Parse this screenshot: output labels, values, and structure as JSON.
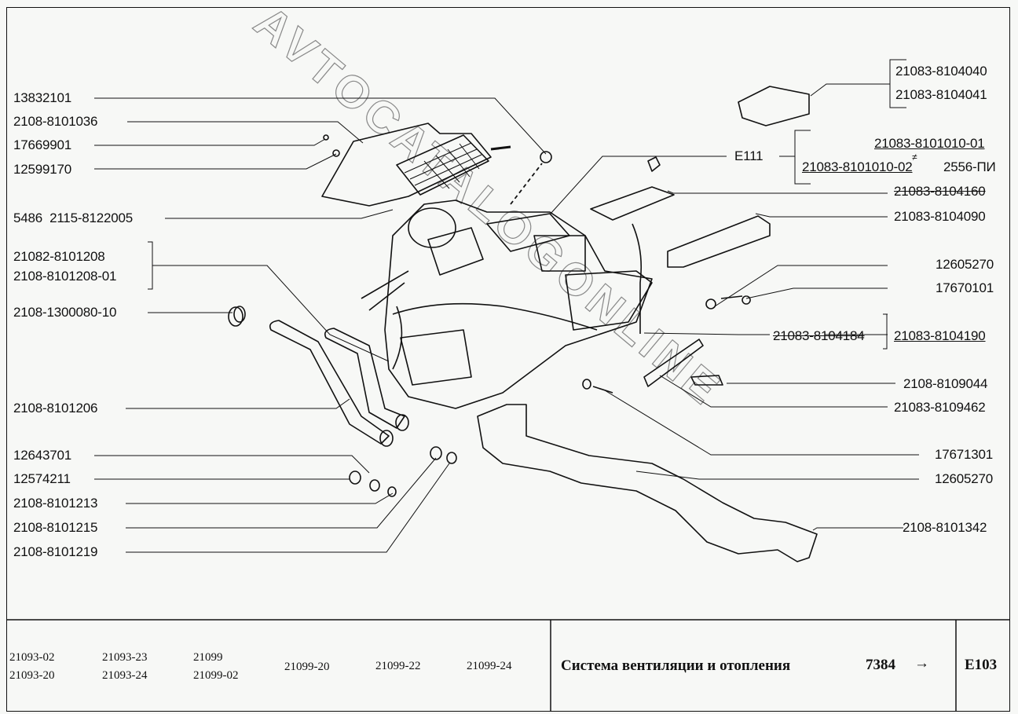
{
  "diagram": {
    "title": "Система вентиляции и отопления",
    "catalog_number": "7384",
    "page_code": "E103",
    "watermark": "AVTOCATALOGONLINE",
    "center_callout": "E111"
  },
  "left_labels": [
    {
      "id": "l1",
      "text": "13832101"
    },
    {
      "id": "l2",
      "text": "2108-8101036"
    },
    {
      "id": "l3",
      "text": "17669901"
    },
    {
      "id": "l4",
      "text": "12599170"
    },
    {
      "id": "l5",
      "text": "5486  2115-8122005"
    },
    {
      "id": "l6a",
      "text": "21082-8101208"
    },
    {
      "id": "l6b",
      "text": "2108-8101208-01"
    },
    {
      "id": "l7",
      "text": "2108-1300080-10"
    },
    {
      "id": "l8",
      "text": "2108-8101206"
    },
    {
      "id": "l9",
      "text": "12643701"
    },
    {
      "id": "l10",
      "text": "12574211"
    },
    {
      "id": "l11",
      "text": "2108-8101213"
    },
    {
      "id": "l12",
      "text": "2108-8101215"
    },
    {
      "id": "l13",
      "text": "2108-8101219"
    }
  ],
  "right_labels": [
    {
      "id": "r1a",
      "text": "21083-8104040"
    },
    {
      "id": "r1b",
      "text": "21083-8104041"
    },
    {
      "id": "r2a",
      "text": "21083-8101010-01",
      "style": "underline"
    },
    {
      "id": "r2b",
      "text": "21083-8101010-02",
      "style": "underline"
    },
    {
      "id": "r2c",
      "text": "2556-ПИ"
    },
    {
      "id": "r3",
      "text": "21083-8104160",
      "style": "strike"
    },
    {
      "id": "r4",
      "text": "21083-8104090"
    },
    {
      "id": "r5",
      "text": "12605270"
    },
    {
      "id": "r6",
      "text": "17670101"
    },
    {
      "id": "r7a",
      "text": "21083-8104184",
      "style": "strike"
    },
    {
      "id": "r7b",
      "text": "21083-8104190",
      "style": "strike"
    },
    {
      "id": "r8",
      "text": "2108-8109044"
    },
    {
      "id": "r9",
      "text": "21083-8109462"
    },
    {
      "id": "r10",
      "text": "17671301"
    },
    {
      "id": "r11",
      "text": "12605270"
    },
    {
      "id": "r12",
      "text": "2108-8101342"
    }
  ],
  "not_equal_mark": "≠",
  "footer": {
    "models": [
      [
        "21093-02",
        "21093-20"
      ],
      [
        "21093-23",
        "21093-24"
      ],
      [
        "21099",
        "21099-02"
      ],
      [
        "21099-20"
      ],
      [
        "21099-22"
      ],
      [
        "21099-24"
      ]
    ],
    "arrow": "→"
  }
}
